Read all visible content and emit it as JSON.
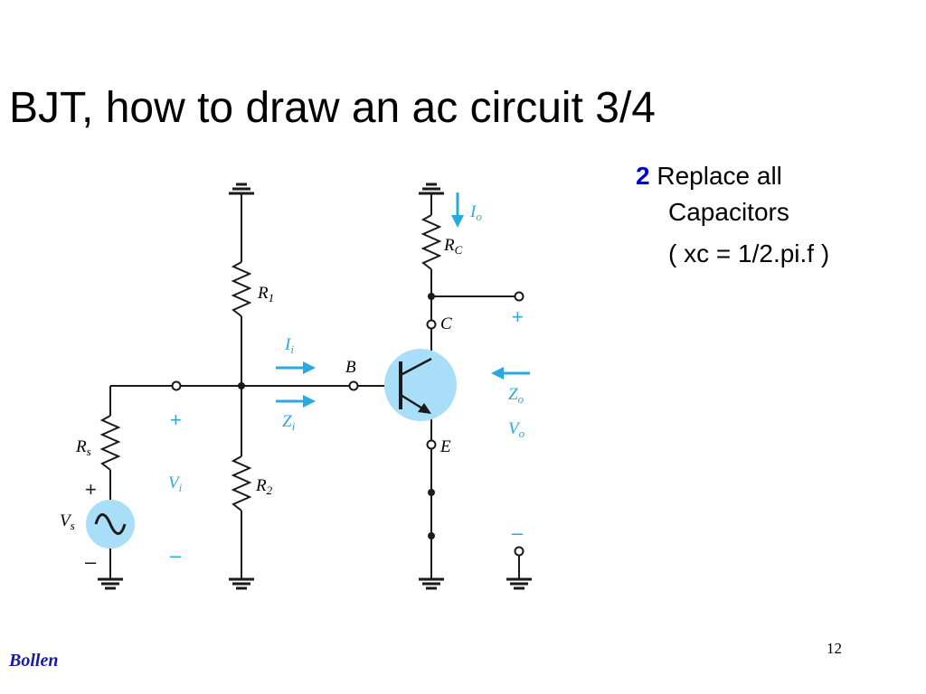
{
  "slide": {
    "title": "BJT, how to draw an ac circuit 3/4",
    "step_number": "2",
    "step_text": "Replace all",
    "step_text_line2": "Capacitors",
    "formula": "( xc = 1/2.pi.f )",
    "page_number": "12",
    "author": "Bollen"
  },
  "circuit": {
    "labels": {
      "R1": "R",
      "R1_sub": "1",
      "R2": "R",
      "R2_sub": "2",
      "Rs": "R",
      "Rs_sub": "s",
      "Vs": "V",
      "Vs_sub": "s",
      "RC": "R",
      "RC_sub": "C",
      "B": "B",
      "C": "C",
      "E": "E",
      "Io": "I",
      "Io_sub": "o",
      "Ii": "I",
      "Ii_sub": "i",
      "Zi": "Z",
      "Zi_sub": "i",
      "Vi": "V",
      "Vi_sub": "i",
      "Zo": "Z",
      "Zo_sub": "o",
      "Vo": "V",
      "Vo_sub": "o",
      "plus": "+",
      "minus": "–"
    },
    "colors": {
      "wire": "#1a1a1a",
      "accent": "#29a9df",
      "fill": "#a8def7"
    }
  }
}
